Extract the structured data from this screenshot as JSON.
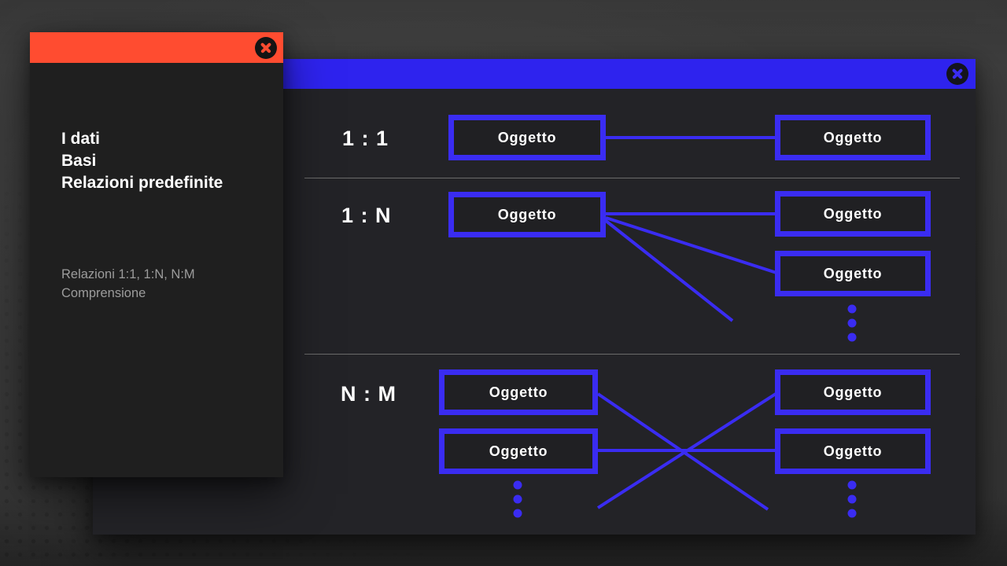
{
  "colors": {
    "accent": "#3a2cf2",
    "header_blue": "#2e23ee",
    "header_orange": "#ff4c30",
    "desk": "#3a3a3a"
  },
  "title_window": {
    "title_lines": [
      "I dati",
      "Basi",
      "Relazioni predefinite"
    ],
    "subtitle_lines": [
      "Relazioni 1:1, 1:N, N:M",
      "Comprensione"
    ],
    "close_icon": "circle-x"
  },
  "diagram_window": {
    "close_icon": "circle-x",
    "rows": [
      {
        "label": "1 : 1",
        "left_boxes": [
          "Oggetto"
        ],
        "right_boxes": [
          "Oggetto"
        ],
        "left_ellipsis": false,
        "right_ellipsis": false
      },
      {
        "label": "1 : N",
        "left_boxes": [
          "Oggetto"
        ],
        "right_boxes": [
          "Oggetto",
          "Oggetto"
        ],
        "left_ellipsis": false,
        "right_ellipsis": true
      },
      {
        "label": "N : M",
        "left_boxes": [
          "Oggetto",
          "Oggetto"
        ],
        "right_boxes": [
          "Oggetto",
          "Oggetto"
        ],
        "left_ellipsis": true,
        "right_ellipsis": true
      }
    ]
  }
}
